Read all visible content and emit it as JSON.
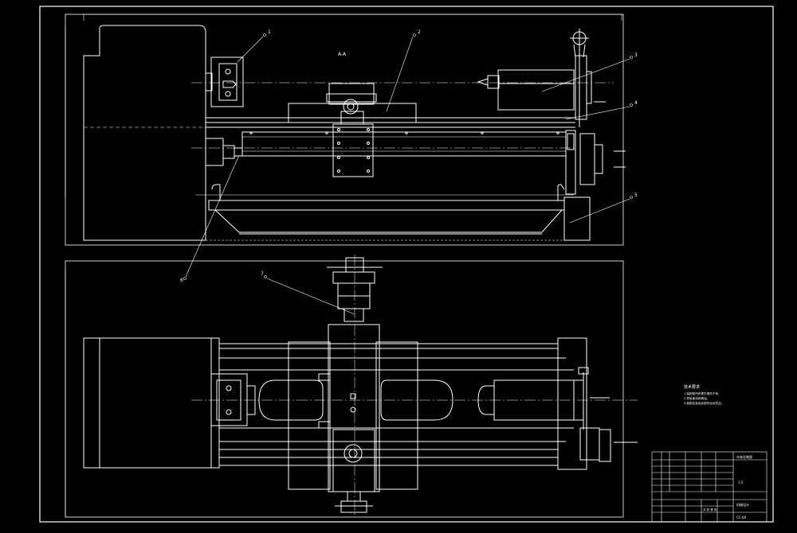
{
  "colors": {
    "background": "#000000",
    "line": "#ffffff",
    "centerline": "#d8d8d8"
  },
  "view_labels": {
    "front_view": "A-A"
  },
  "balloons": [
    "1",
    "2",
    "3",
    "4",
    "5",
    "6",
    "7"
  ],
  "notes": {
    "title": "技术要求",
    "lines": [
      "1.装配前所有零件清洗干净。",
      "2.导轨面涂润滑油。",
      "3.装配后各运动部件运动灵活。"
    ]
  },
  "title_block": {
    "drawing_name": "车床总装图",
    "scale": "1:5",
    "sheet": "共 张 第 张",
    "school": "机械设计",
    "drawing_no": "CC-00"
  }
}
